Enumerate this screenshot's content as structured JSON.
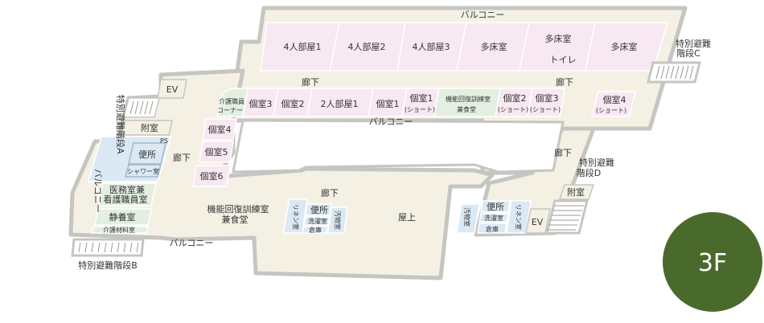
{
  "floor": "3F",
  "colors": {
    "floor": "#f4f1e4",
    "wall": "#c5c6c1",
    "patient_room": "#f8e8f2",
    "training_room": "#e2efe1",
    "service_room": "#dbe9f4",
    "badge": "#4a6a2c"
  },
  "labels": {
    "balcony_top": "バルコニー",
    "room_4bed_1": "4人部屋1",
    "room_4bed_2": "4人部屋2",
    "room_4bed_3": "4人部屋3",
    "multi_1": "多床室",
    "multi_2": "多床室",
    "toilet": "トイレ",
    "multi_3": "多床室",
    "stair_c_1": "特別避難",
    "stair_c_2": "階段C",
    "stair_a": "特別避難階段A",
    "ev_west": "EV",
    "corridor_north": "廊下",
    "corridor_north_east": "廊下",
    "care_corner_1": "介護職員",
    "care_corner_2": "コーナー",
    "private_3": "個室3",
    "private_2": "個室2",
    "twin_1": "2人部屋1",
    "private_1": "個室1",
    "short_private_1_a": "個室1",
    "short_private_1_b": "(ショート)",
    "training_dining_1": "機能回復訓練室",
    "training_dining_2": "兼食堂",
    "short_private_2_a": "個室2",
    "short_private_2_b": "(ショート)",
    "short_private_3_a": "個室3",
    "short_private_3_b": "(ショート)",
    "short_private_4_a": "個室4",
    "short_private_4_b": "(ショート)",
    "balcony_inner": "バルコニー",
    "annex_room_west": "附室",
    "ps": "PS",
    "toilet_west": "便所",
    "shower_west": "シャワー室",
    "balcony_west": "バルコニー",
    "private_4": "個室4",
    "private_5": "個室5",
    "private_6": "個室6",
    "corridor_west": "廊下",
    "medical_1": "医務室兼",
    "medical_2": "看護職員室",
    "quiet_room": "静養室",
    "care_storage": "介護材料室",
    "training_south_1": "機能回復訓練室",
    "training_south_2": "兼食堂",
    "corridor_south": "廊下",
    "linen_west": "リネン室",
    "toilet_mid": "便所",
    "laundry_mid": "洗濯室",
    "storage_mid": "倉庫",
    "dirty_mid": "汚物室",
    "rooftop": "屋上",
    "corridor_east": "廊下",
    "stair_d_1": "特別避難",
    "stair_d_2": "階段D",
    "annex_room_east": "附室",
    "dirty_east": "汚物室",
    "laundry_east": "洗濯室",
    "storage_east": "倉庫",
    "toilet_east": "便所",
    "linen_east": "リネン室",
    "ev_east": "EV",
    "balcony_south": "バルコニー",
    "stair_b": "特別避難階段B"
  }
}
